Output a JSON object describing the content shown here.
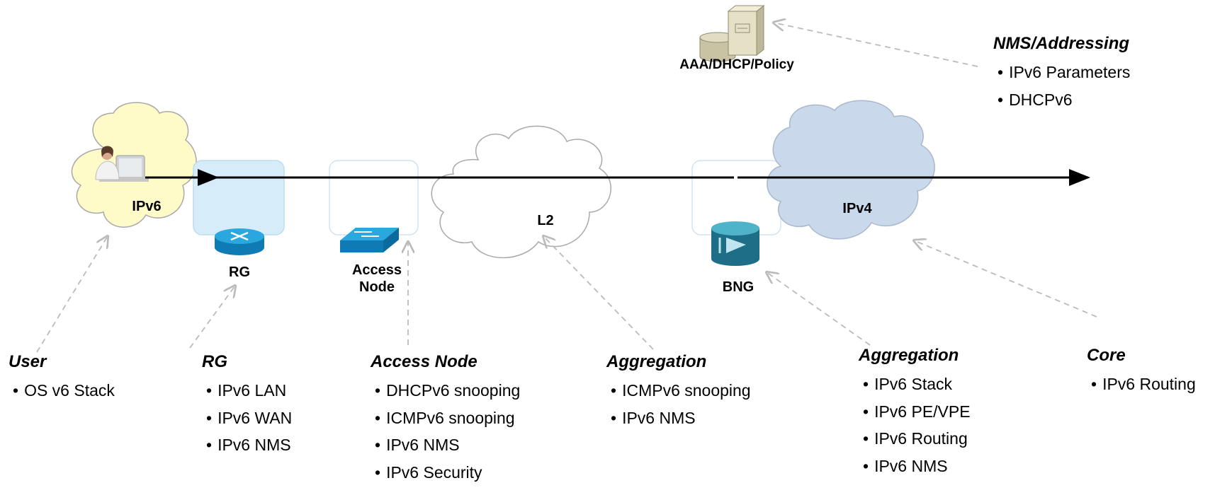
{
  "nodes": {
    "server": "AAA/DHCP/Policy",
    "ipv6_cloud": "IPv6",
    "rg": "RG",
    "access_node": "Access\nNode",
    "l2_cloud": "L2",
    "bng": "BNG",
    "ipv4_cloud": "IPv4"
  },
  "groups": {
    "nms": {
      "title": "NMS/Addressing",
      "items": [
        "IPv6 Parameters",
        "DHCPv6"
      ]
    },
    "user": {
      "title": "User",
      "items": [
        "OS v6 Stack"
      ]
    },
    "rg": {
      "title": "RG",
      "items": [
        "IPv6 LAN",
        "IPv6 WAN",
        "IPv6 NMS"
      ]
    },
    "access_node": {
      "title": "Access Node",
      "items": [
        "DHCPv6 snooping",
        "ICMPv6 snooping",
        "IPv6 NMS",
        "IPv6 Security"
      ]
    },
    "aggregation_l2": {
      "title": "Aggregation",
      "items": [
        "ICMPv6 snooping",
        "IPv6 NMS"
      ]
    },
    "aggregation_bng": {
      "title": "Aggregation",
      "items": [
        "IPv6 Stack",
        "IPv6 PE/VPE",
        "IPv6 Routing",
        "IPv6 NMS"
      ]
    },
    "core": {
      "title": "Core",
      "items": [
        "IPv6 Routing"
      ]
    }
  },
  "colors": {
    "ipv6_cloud": "#fffbc8",
    "rg_box": "#d6ecf8",
    "ipv4_cloud": "#c9d8eb",
    "device_blue": "#1b9ad6",
    "leader_line": "#bbbbbb"
  }
}
